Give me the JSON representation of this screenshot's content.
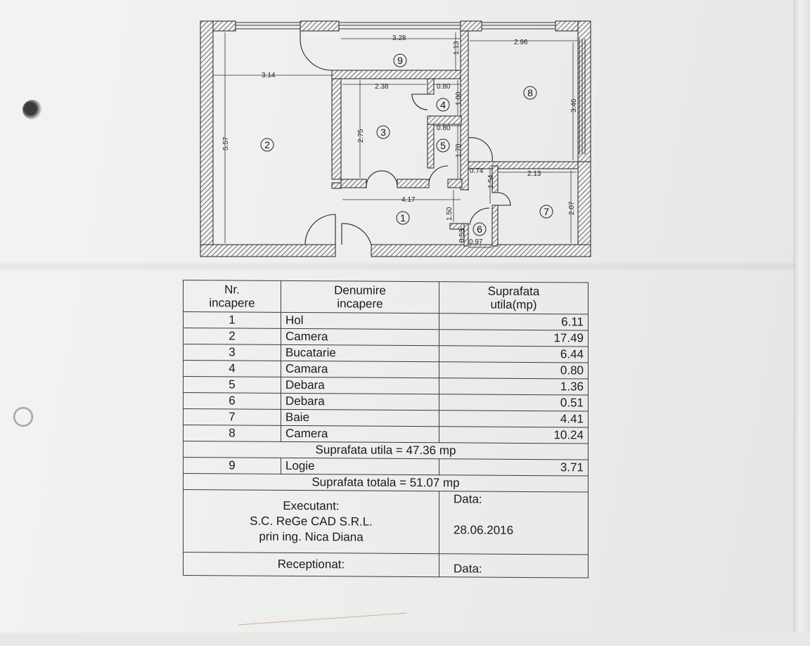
{
  "plan": {
    "rooms": [
      "1",
      "2",
      "3",
      "4",
      "5",
      "6",
      "7",
      "8",
      "9"
    ],
    "dims": {
      "d328": "3.28",
      "d113": "1.13",
      "d296": "2.96",
      "d314": "3.14",
      "d238": "2.38",
      "d080a": "0.80",
      "d100": "1.00",
      "d346": "3.46",
      "d557": "5.57",
      "d275": "2.75",
      "d080b": "0.80",
      "d170": "1.70",
      "d074": "0.74",
      "d213": "2.13",
      "d154": "1.54",
      "d417": "4.17",
      "d150": "1.50",
      "d207": "2.07",
      "d053": "0.53",
      "d097": "0.97"
    }
  },
  "table": {
    "header": {
      "nr": [
        "Nr.",
        "incapere"
      ],
      "den": [
        "Denumire",
        "incapere"
      ],
      "sup": [
        "Suprafata",
        "utila(mp)"
      ]
    },
    "rows": [
      {
        "nr": "1",
        "name": "Hol",
        "area": "6.11"
      },
      {
        "nr": "2",
        "name": "Camera",
        "area": "17.49"
      },
      {
        "nr": "3",
        "name": "Bucatarie",
        "area": "6.44"
      },
      {
        "nr": "4",
        "name": "Camara",
        "area": "0.80"
      },
      {
        "nr": "5",
        "name": "Debara",
        "area": "1.36"
      },
      {
        "nr": "6",
        "name": "Debara",
        "area": "0.51"
      },
      {
        "nr": "7",
        "name": "Baie",
        "area": "4.41"
      },
      {
        "nr": "8",
        "name": "Camera",
        "area": "10.24"
      }
    ],
    "suprafata_utila": "Suprafata utila = 47.36 mp",
    "logie": {
      "nr": "9",
      "name": "Logie",
      "area": "3.71"
    },
    "suprafata_totala": "Suprafata totala = 51.07 mp",
    "executant": [
      "Executant:",
      "S.C. ReGe CAD S.R.L.",
      "prin ing. Nica Diana"
    ],
    "data_label": "Data:",
    "data_value": "28.06.2016",
    "receptionat": "Receptionat:",
    "data_label2": "Data:"
  },
  "colors": {
    "ink": "#1a1a1a",
    "paper": "#f1f1ef",
    "hatch": "#555555"
  }
}
